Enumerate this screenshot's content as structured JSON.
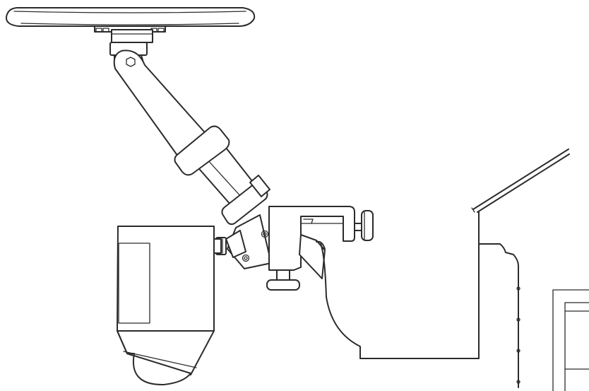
{
  "diagram": {
    "kind": "line-art",
    "stroke_color": "#2b2b2b",
    "background_color": "#ffffff",
    "parts": {
      "canopy": "canopy-top",
      "arm": "telescopic-arm",
      "upper_collar": "collar-upper",
      "lower_collar": "collar-lower",
      "clamp": "c-clamp",
      "thumb_screw": "thumb-screw",
      "lock_knob": "lock-knob",
      "motor_housing": "motor-housing",
      "rail": "mounting-rail",
      "wall": "wall-structure"
    }
  }
}
